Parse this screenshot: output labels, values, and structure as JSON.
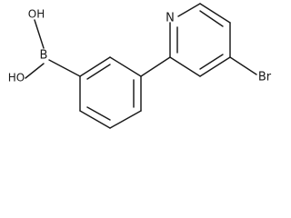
{
  "diagram": {
    "labels": {
      "boron": "B",
      "hydroxyl_top": "OH",
      "hydroxyl_bottom": "HO",
      "nitrogen": "N",
      "bromine": "Br"
    }
  }
}
